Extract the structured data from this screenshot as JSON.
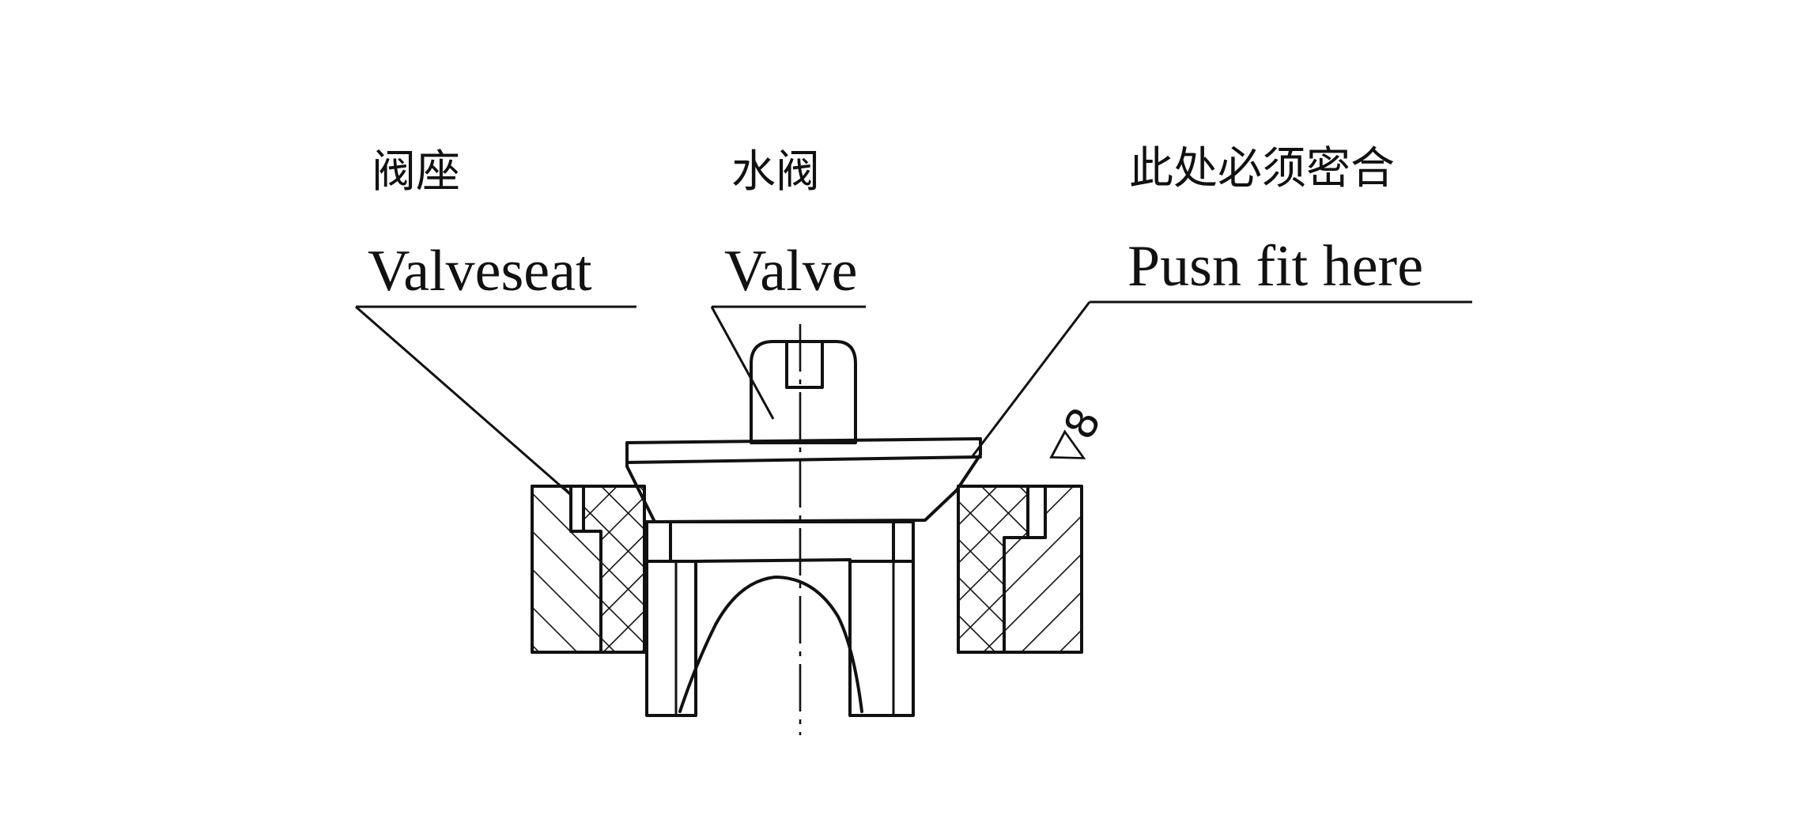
{
  "labels": {
    "valve_seat": {
      "cn": "阀座",
      "en": "Valveseat"
    },
    "valve": {
      "cn": "水阀",
      "en": "Valve"
    },
    "push_fit": {
      "cn": "此处必须密合",
      "en": "Pusn fit here"
    },
    "finish_symbol": "▽8"
  },
  "colors": {
    "ink": "#111111",
    "paper": "#ffffff"
  }
}
